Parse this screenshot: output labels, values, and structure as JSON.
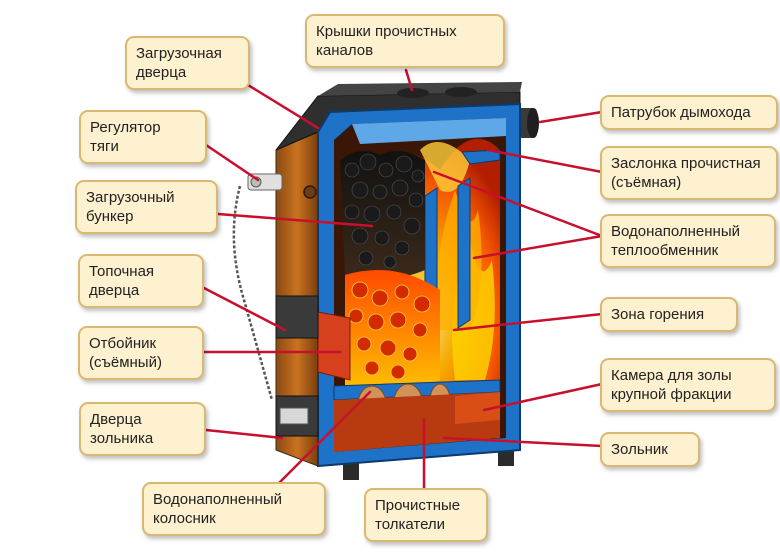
{
  "diagram": {
    "labels": {
      "loading_door": [
        "Загрузочная",
        "дверца"
      ],
      "draft_regulator": [
        "Регулятор",
        "тяги"
      ],
      "loading_bunker": [
        "Загрузочный",
        "бункер"
      ],
      "firebox_door": [
        "Топочная",
        "дверца"
      ],
      "deflector": [
        "Отбойник",
        "(съёмный)"
      ],
      "ash_door": [
        "Дверца",
        "зольника"
      ],
      "water_grate": [
        "Водонаполненный",
        "колосник"
      ],
      "cleaning_pushers": [
        "Прочистные",
        "толкатели"
      ],
      "cleaning_covers": [
        "Крышки прочистных",
        "каналов"
      ],
      "chimney_pipe": [
        "Патрубок дымохода"
      ],
      "cleaning_damper": [
        "Заслонка прочистная",
        "(съёмная)"
      ],
      "heat_exchanger": [
        "Водонаполненный",
        "теплообменник"
      ],
      "combustion_zone": [
        "Зона горения"
      ],
      "coarse_ash_chamber": [
        "Камера для золы",
        "крупной фракции"
      ],
      "ash_pan": [
        "Зольник"
      ]
    },
    "colors": {
      "label_bg": "#fdf1cf",
      "label_border": "#d9b871",
      "leader_line": "#c8102e",
      "water_jacket": "#1e73c8",
      "fire": "#ff7a00",
      "body": "#c46a1c",
      "steel": "#3a3a3a"
    }
  }
}
